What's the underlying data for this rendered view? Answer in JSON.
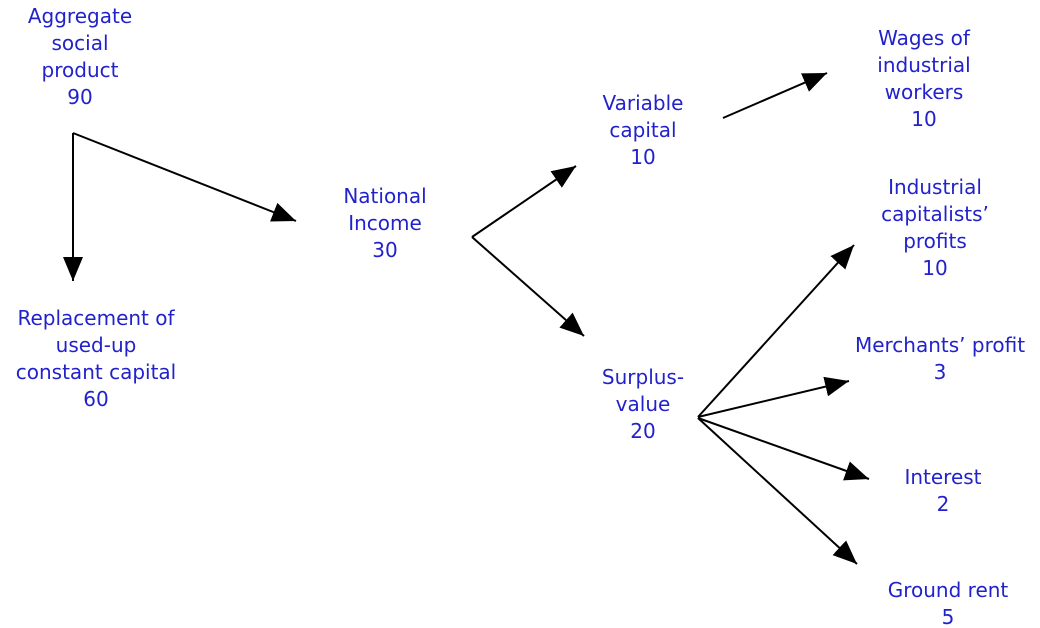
{
  "diagram": {
    "background_color": "#ffffff",
    "text_color": "#2222cc",
    "arrow_color": "#000000",
    "nodes": [
      {
        "id": "aggregate-social-product",
        "label": "Aggregate\nsocial\nproduct",
        "value": 90
      },
      {
        "id": "replacement-used-up-constant-capital",
        "label": "Replacement of\nused-up\nconstant capital",
        "value": 60
      },
      {
        "id": "national-income",
        "label": "National\nIncome",
        "value": 30
      },
      {
        "id": "variable-capital",
        "label": "Variable\ncapital",
        "value": 10
      },
      {
        "id": "wages-of-industrial-workers",
        "label": "Wages of\nindustrial\nworkers",
        "value": 10
      },
      {
        "id": "surplus-value",
        "label": "Surplus-\nvalue",
        "value": 20
      },
      {
        "id": "industrial-capitalists-profits",
        "label": "Industrial\ncapitalists’\nprofits",
        "value": 10
      },
      {
        "id": "merchants-profit",
        "label": "Merchants’ profit",
        "value": 3
      },
      {
        "id": "interest",
        "label": "Interest",
        "value": 2
      },
      {
        "id": "ground-rent",
        "label": "Ground rent",
        "value": 5
      }
    ],
    "edges": [
      {
        "from": "aggregate-social-product",
        "to": "replacement-used-up-constant-capital"
      },
      {
        "from": "aggregate-social-product",
        "to": "national-income"
      },
      {
        "from": "national-income",
        "to": "variable-capital"
      },
      {
        "from": "national-income",
        "to": "surplus-value"
      },
      {
        "from": "variable-capital",
        "to": "wages-of-industrial-workers"
      },
      {
        "from": "surplus-value",
        "to": "industrial-capitalists-profits"
      },
      {
        "from": "surplus-value",
        "to": "merchants-profit"
      },
      {
        "from": "surplus-value",
        "to": "interest"
      },
      {
        "from": "surplus-value",
        "to": "ground-rent"
      }
    ]
  }
}
